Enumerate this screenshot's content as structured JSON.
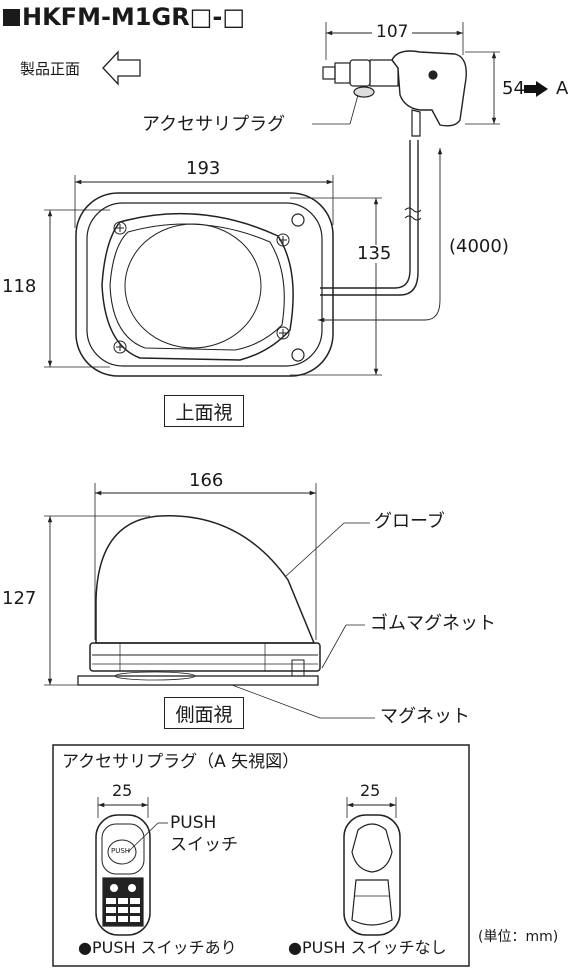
{
  "title": "HKFM-M1GR□-□",
  "product_front_label": "製品正面",
  "top_view": {
    "dim_width_plug": "107",
    "dim_height_plug": "54",
    "arrow_label": "A",
    "plug_label": "アクセサリプラグ",
    "dim_width": "193",
    "dim_height": "118",
    "dim_cable_depth": "135",
    "cable_length": "(4000)",
    "view_label": "上面視"
  },
  "side_view": {
    "dim_width": "166",
    "dim_height": "127",
    "globe_label": "グローブ",
    "rubber_magnet_label": "ゴムマグネット",
    "magnet_label": "マグネット",
    "view_label": "側面視"
  },
  "plug_view": {
    "title": "アクセサリプラグ（A 矢視図）",
    "dim_left": "25",
    "dim_right": "25",
    "push_label_1": "PUSH",
    "push_label_2": "スイッチ",
    "button_text": "PUSH",
    "caption_with": "●PUSH スイッチあり",
    "caption_without": "●PUSH スイッチなし"
  },
  "unit_label": "(単位：mm)"
}
